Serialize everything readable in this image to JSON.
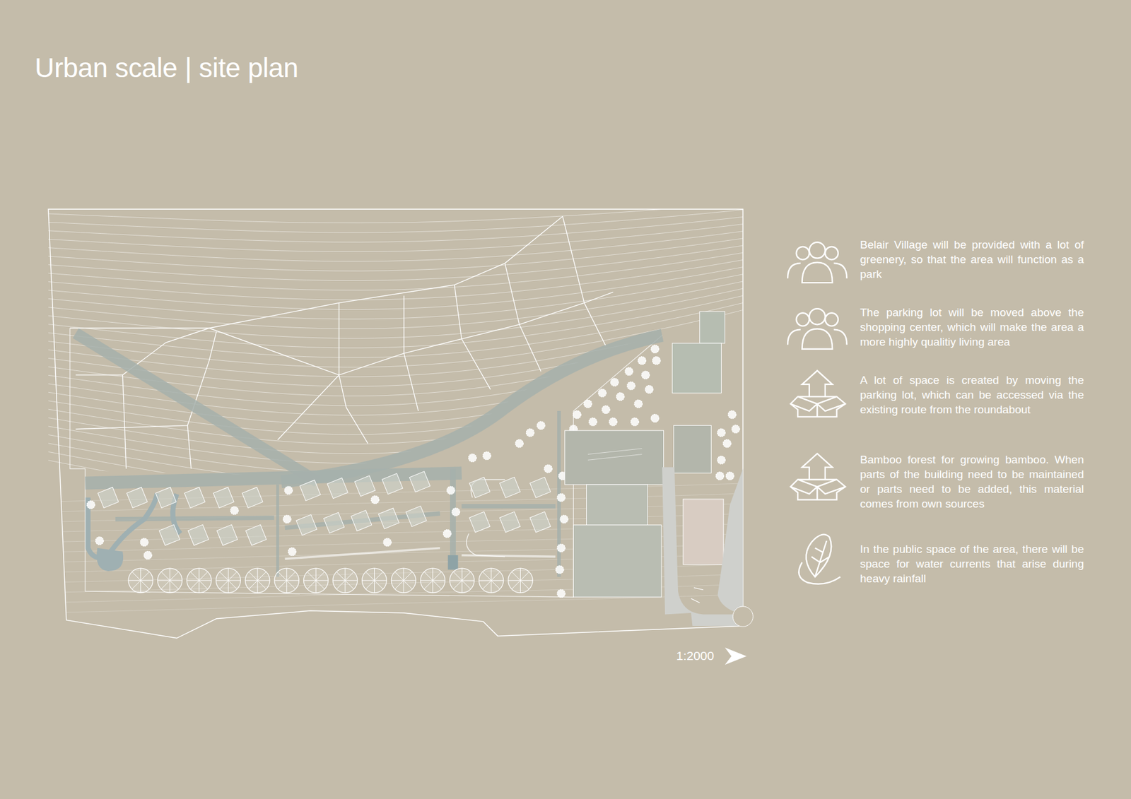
{
  "diagram": {
    "title": "Urban scale | site plan",
    "labels": [
      "Belair Village will be provided with a lot of greenery, so that the area will function as a park",
      "The parking lot will be moved above the shopping center, which will make the area a more highly qualitiy living area",
      "A lot of space is created by moving the parking lot, which can be accessed via the existing route from the roundabout",
      "Bamboo forest for growing bamboo. When parts of the building need to be maintained or parts need to be added, this material comes from own sources",
      "In the public space of the area, there will be space for water currents that arise during heavy rainfall",
      "1:2000"
    ]
  }
}
